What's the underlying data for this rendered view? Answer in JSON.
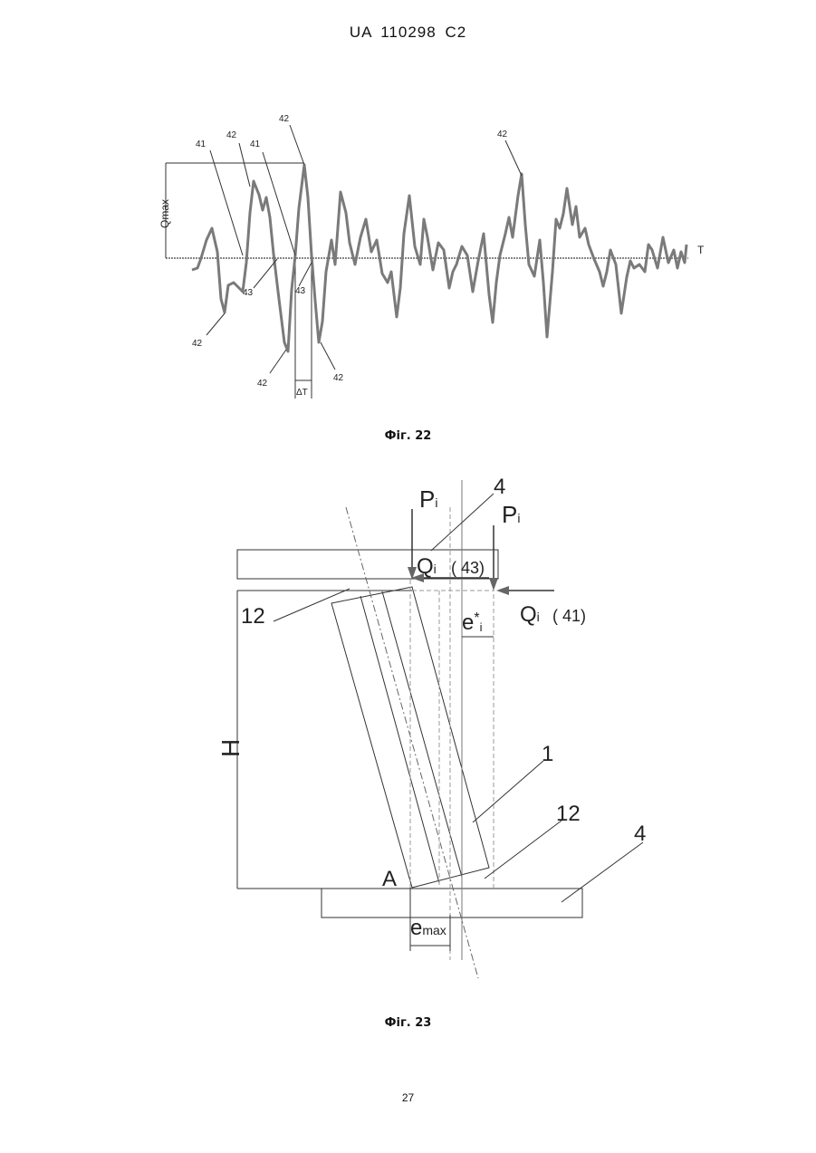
{
  "header": {
    "country": "UA",
    "number": "110298",
    "kind": "C2"
  },
  "fig22": {
    "caption": "Фіг. 22",
    "labels": {
      "qmax": "Qmax",
      "t_axis": "T",
      "delta_t": "ΔT",
      "l41": "41",
      "l42": "42",
      "l43": "43"
    }
  },
  "fig23": {
    "caption": "Фіг. 23",
    "labels": {
      "p": "P",
      "p_sub": "i",
      "q": "Q",
      "q_sub": "i",
      "ref43": "( 43)",
      "ref41": "( 41)",
      "e_star": "e",
      "e_star_sup": "*",
      "e_star_sub": "i",
      "e_max": "e",
      "e_max_sub": "max",
      "h": "H",
      "a": "A",
      "r1": "1",
      "r4": "4",
      "r12": "12"
    }
  },
  "page_number": "27"
}
